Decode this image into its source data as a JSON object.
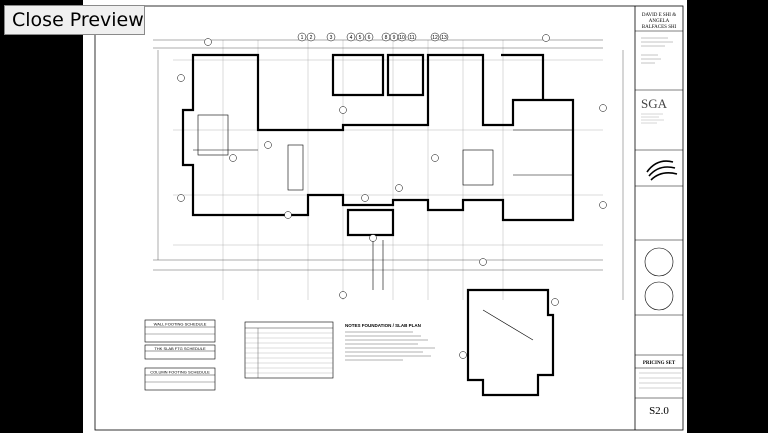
{
  "preview": {
    "close_label": "Close Preview"
  },
  "title_block": {
    "owner_line1": "DAVID E SHI &",
    "owner_line2": "ANGELA",
    "owner_line3": "BALFACES SHI",
    "firm_logo": "SGA",
    "set_label": "PRICING SET",
    "sheet_number": "S2.0"
  },
  "grid_bubbles": [
    "1",
    "2",
    "3",
    "4",
    "5",
    "6",
    "8",
    "9",
    "10",
    "11",
    "12",
    "13"
  ],
  "schedules": {
    "wall_footing": "WALL FOOTING SCHEDULE",
    "thk_slab": "THK SLAB FTG SCHEDULE",
    "column_footing": "COLUMN FOOTING SCHEDULE",
    "notes_title": "NOTES FOUNDATION / SLAB PLAN"
  }
}
